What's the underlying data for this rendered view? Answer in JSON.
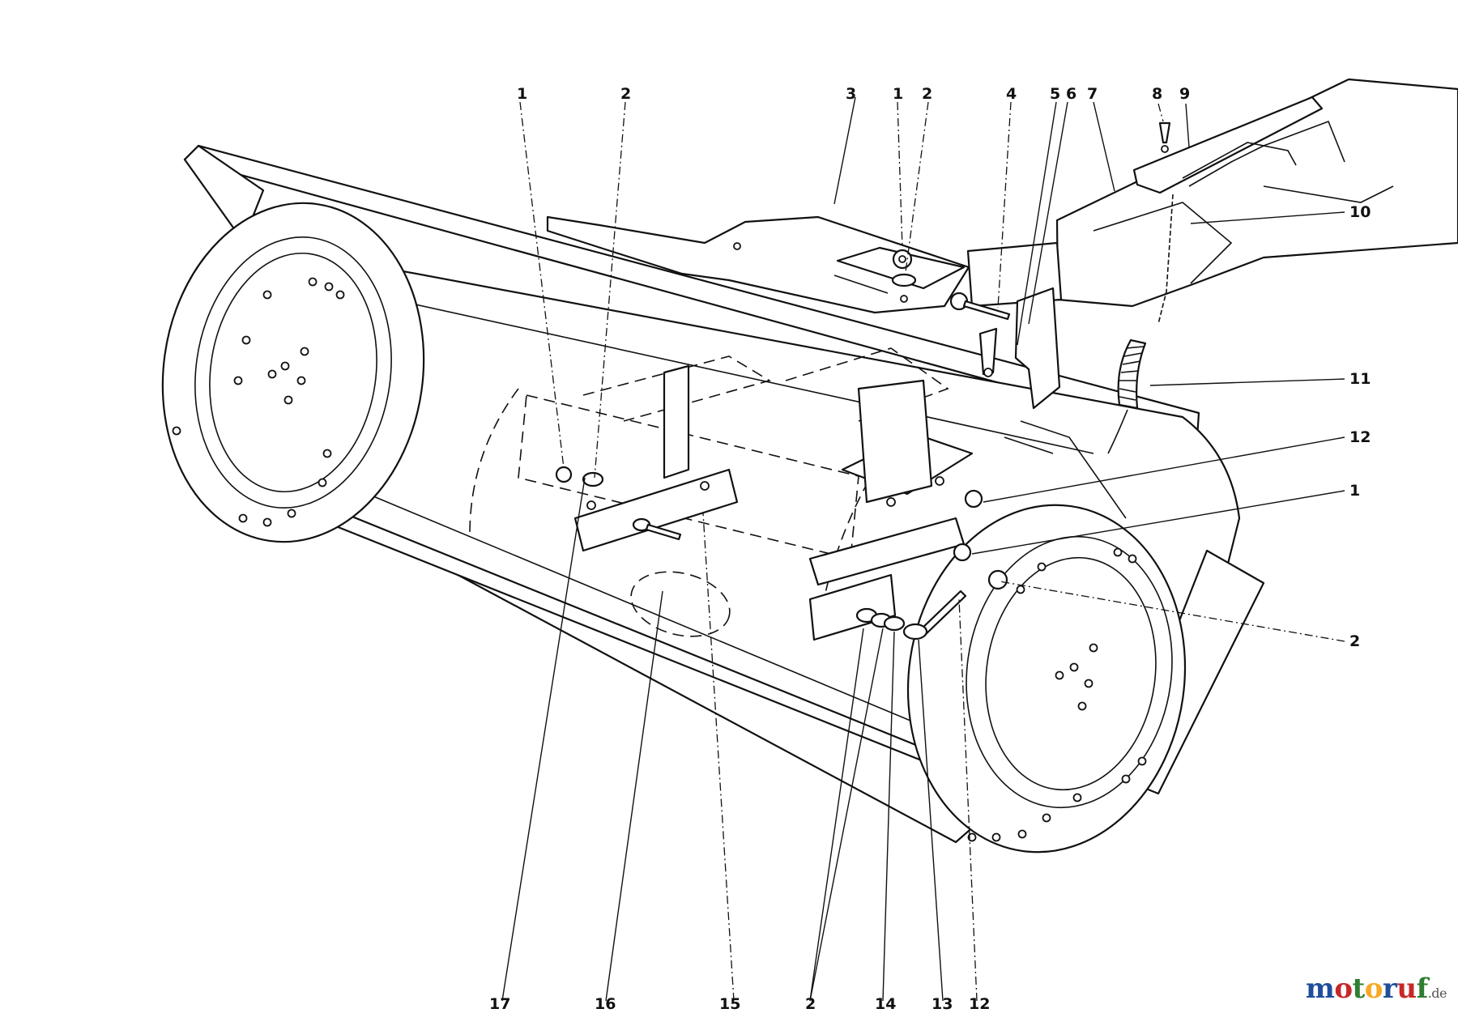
{
  "diagram": {
    "callouts": [
      {
        "id": "c1a",
        "label": "1"
      },
      {
        "id": "c2a",
        "label": "2"
      },
      {
        "id": "c3",
        "label": "3"
      },
      {
        "id": "c1b",
        "label": "1"
      },
      {
        "id": "c2b",
        "label": "2"
      },
      {
        "id": "c4",
        "label": "4"
      },
      {
        "id": "c5",
        "label": "5"
      },
      {
        "id": "c6",
        "label": "6"
      },
      {
        "id": "c7",
        "label": "7"
      },
      {
        "id": "c8",
        "label": "8"
      },
      {
        "id": "c9",
        "label": "9"
      },
      {
        "id": "c10",
        "label": "10"
      },
      {
        "id": "c11",
        "label": "11"
      },
      {
        "id": "c12a",
        "label": "12"
      },
      {
        "id": "c1c",
        "label": "1"
      },
      {
        "id": "c2c",
        "label": "2"
      },
      {
        "id": "c17",
        "label": "17"
      },
      {
        "id": "c16",
        "label": "16"
      },
      {
        "id": "c15",
        "label": "15"
      },
      {
        "id": "c2d",
        "label": "2"
      },
      {
        "id": "c14",
        "label": "14"
      },
      {
        "id": "c13",
        "label": "13"
      },
      {
        "id": "c12b",
        "label": "12"
      }
    ]
  },
  "watermark": {
    "letters": [
      {
        "ch": "m",
        "color": "#1f4e9c"
      },
      {
        "ch": "o",
        "color": "#c62828"
      },
      {
        "ch": "t",
        "color": "#2e7d32"
      },
      {
        "ch": "o",
        "color": "#f9a825"
      },
      {
        "ch": "r",
        "color": "#1f4e9c"
      },
      {
        "ch": "u",
        "color": "#c62828"
      },
      {
        "ch": "f",
        "color": "#2e7d32"
      }
    ],
    "tld": ".de"
  }
}
